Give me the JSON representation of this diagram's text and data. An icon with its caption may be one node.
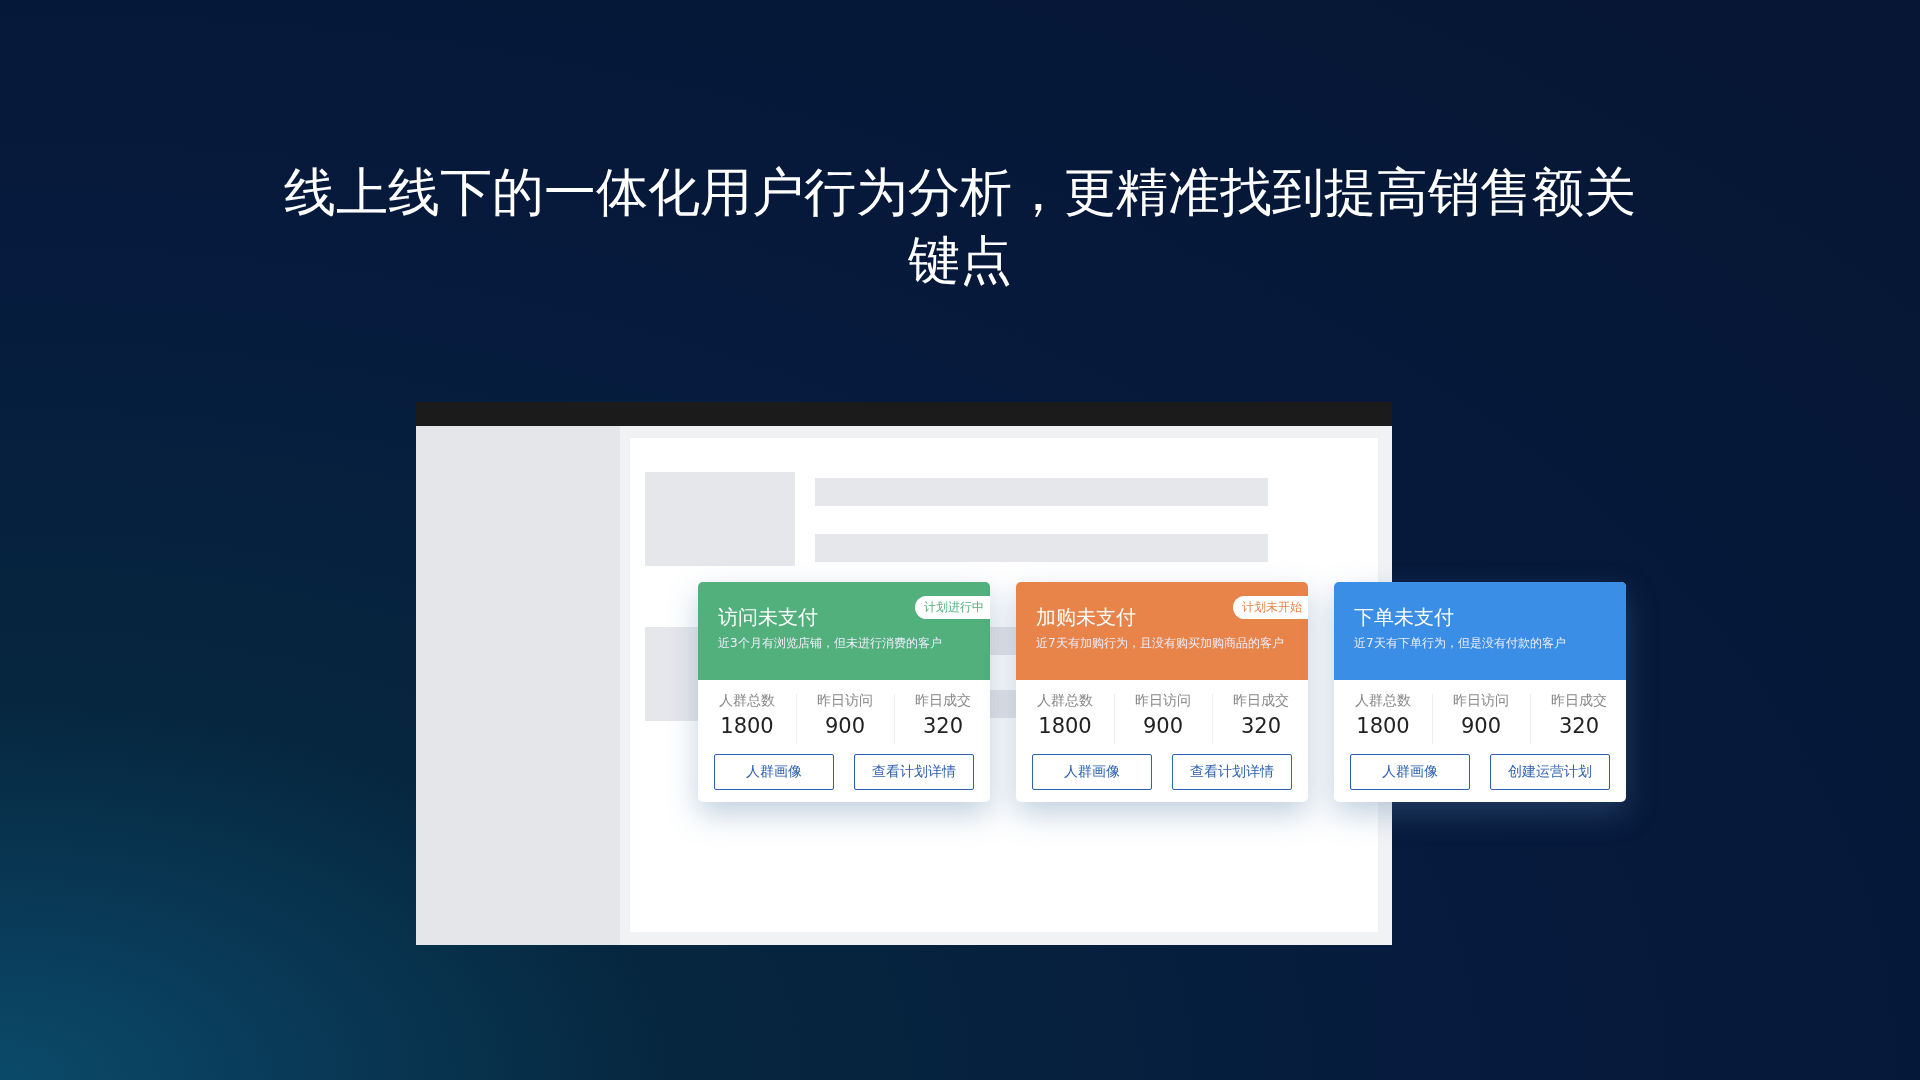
{
  "diagram": {
    "title": "线上线下的一体化用户行为分析，更精准找到提高销售额关键点",
    "nodes": [
      {
        "text": [
          "访问未支付",
          "近3个月有浏览店铺，但未进行消费的客户",
          "人群总数",
          "1800",
          "昨日访问",
          "900",
          "昨日成交",
          "320"
        ]
      },
      {
        "text": [
          "计划进行中"
        ],
        "in": 0
      },
      {
        "text": [
          "人群画像"
        ],
        "in": 0
      },
      {
        "text": [
          "查看计划详情"
        ],
        "in": 0
      },
      {
        "text": [
          "加购未支付",
          "近7天有加购行为，且没有购买加购商品的客户",
          "人群总数",
          "1800",
          "昨日访问",
          "900",
          "昨日成交",
          "320"
        ]
      },
      {
        "text": [
          "计划未开始"
        ],
        "in": 4
      },
      {
        "text": [
          "人群画像"
        ],
        "in": 4
      },
      {
        "text": [
          "查看计划详情"
        ],
        "in": 4
      },
      {
        "text": [
          "下单未支付",
          "近7天有下单行为，但是没有付款的客户",
          "人群总数",
          "1800",
          "昨日访问",
          "900",
          "昨日成交",
          "320"
        ]
      },
      {
        "text": [
          "人群画像"
        ],
        "in": 8
      },
      {
        "text": [
          "创建运营计划"
        ],
        "in": 8
      }
    ]
  }
}
